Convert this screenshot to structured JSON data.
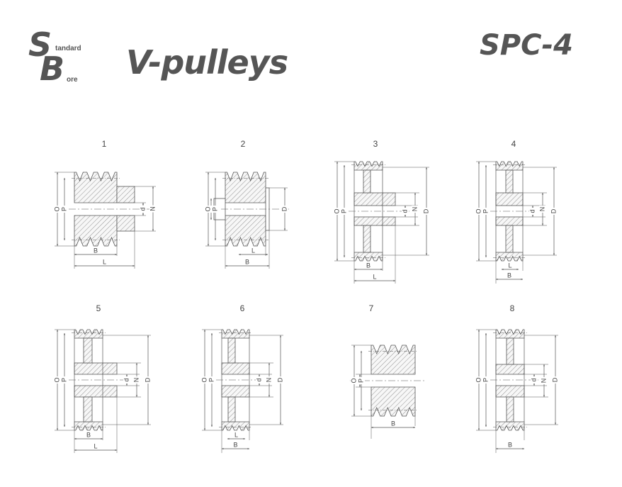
{
  "logo": {
    "s": "S",
    "b": "B",
    "tandard": "tandard",
    "ore": "ore"
  },
  "title": "V-pulleys",
  "model": "SPC-4",
  "dimension_labels": {
    "O": "O",
    "P": "P",
    "d": "d",
    "N": "N",
    "D": "D",
    "B": "B",
    "L": "L"
  },
  "figures": [
    {
      "number": "1",
      "type": 1
    },
    {
      "number": "2",
      "type": 2
    },
    {
      "number": "3",
      "type": 3
    },
    {
      "number": "4",
      "type": 4
    },
    {
      "number": "5",
      "type": 5
    },
    {
      "number": "6",
      "type": 6
    },
    {
      "number": "7",
      "type": 7
    },
    {
      "number": "8",
      "type": 8
    }
  ]
}
